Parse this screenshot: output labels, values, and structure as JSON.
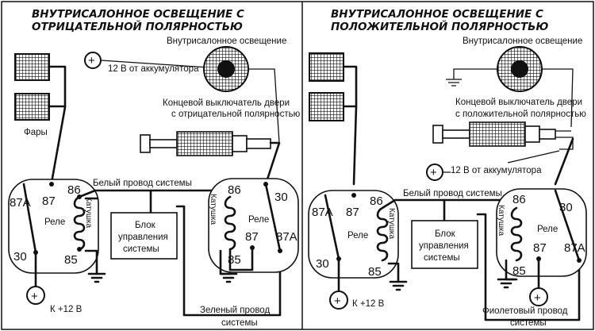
{
  "left": {
    "title": [
      "ВНУТРИСАЛОННОЕ ОСВЕЩЕНИЕ С",
      "ОТРИЦАТЕЛЬНОЙ ПОЛЯРНОСТЬЮ"
    ],
    "interior_light": "Внутрисалонное освещение",
    "battery": "12 В от аккумулятора",
    "door_switch": [
      "Концевой выключатель двери",
      "с отрицательной полярностью"
    ],
    "headlights": "Фары",
    "white_wire": "Белый провод системы",
    "relay1": {
      "label": "Реле",
      "pins": [
        "87A",
        "87",
        "86",
        "30",
        "85"
      ],
      "coil": "Катушка"
    },
    "control_unit": [
      "Блок",
      "управления",
      "системы"
    ],
    "relay2": {
      "label": "Реле",
      "pins": [
        "86",
        "30",
        "87",
        "87A",
        "85"
      ],
      "coil": "Катушка"
    },
    "k12v": "К +12 В",
    "wire2": [
      "Зеленый провод",
      "системы"
    ]
  },
  "right": {
    "title": [
      "ВНУТРИСАЛОННОЕ ОСВЕЩЕНИЕ С",
      "ПОЛОЖИТЕЛЬНОЙ ПОЛЯРНОСТЬЮ"
    ],
    "interior_light": "Внутрисалонное освещение",
    "door_switch": [
      "Концевой выключатель двери",
      "с положительной полярностью"
    ],
    "battery": "12 В от аккумулятора",
    "white_wire": "Белый провод системы",
    "relay1": {
      "label": "Реле",
      "pins": [
        "87A",
        "87",
        "86",
        "30",
        "85"
      ],
      "coil": "Катушка"
    },
    "control_unit": [
      "Блок",
      "управления",
      "системы"
    ],
    "relay2": {
      "label": "Реле",
      "pins": [
        "86",
        "30",
        "87",
        "87A",
        "85"
      ],
      "coil": "Катушка"
    },
    "k12v": "К +12 В",
    "wire2": [
      "Фиолетовый провод",
      "системы"
    ]
  },
  "plus_sign": "+"
}
